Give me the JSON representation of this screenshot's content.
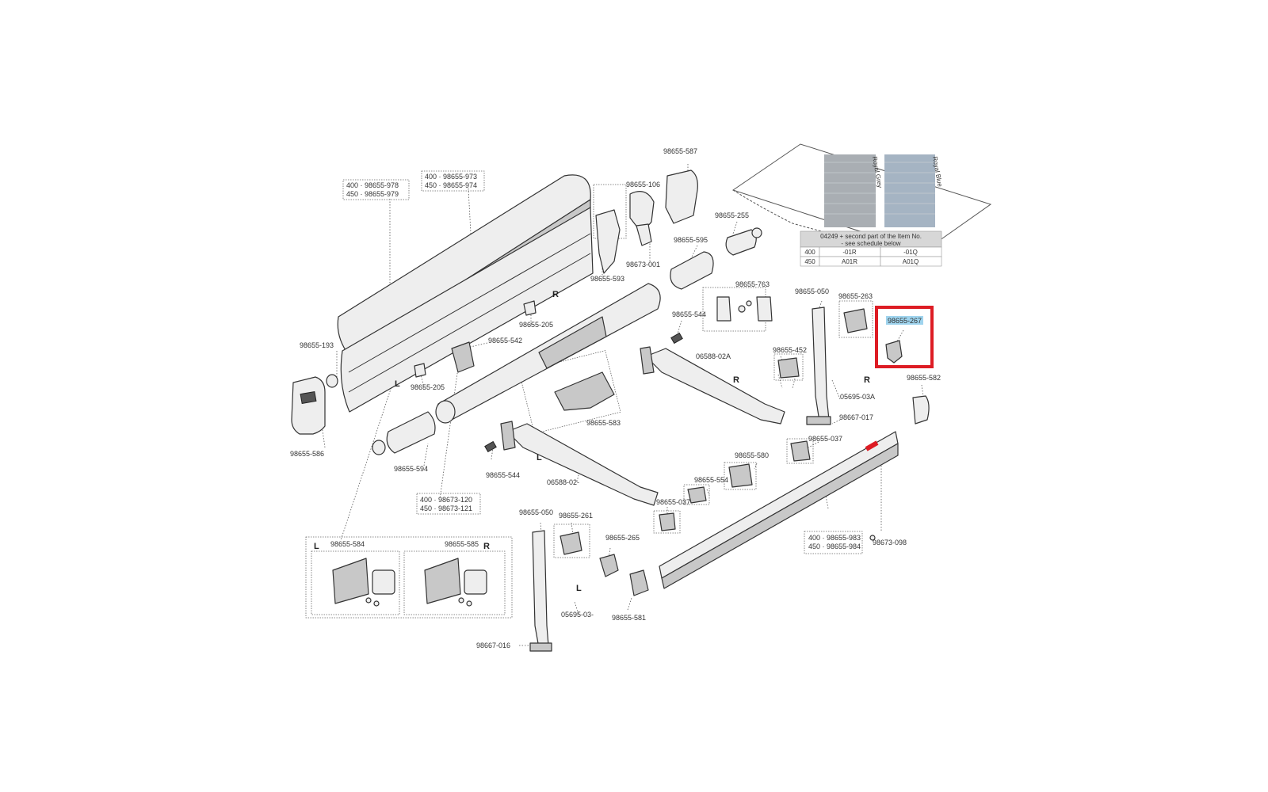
{
  "labels": {
    "l_978": "400 · 98655-978",
    "l_979": "450 · 98655-979",
    "l_973": "400 · 98655-973",
    "l_974": "450 · 98655-974",
    "l_193": "98655-193",
    "l_586": "98655-586",
    "l_594": "98655-594",
    "l_205a": "98655-205",
    "l_205b": "98655-205",
    "l_542": "98655-542",
    "l_593": "98655-593",
    "l_106": "98655-106",
    "l_001": "98673-001",
    "l_587": "98655-587",
    "l_255": "98655-255",
    "l_595": "98655-595",
    "l_763": "98655-763",
    "l_544a": "98655-544",
    "l_544b": "98655-544",
    "l_02A": "06588-02A",
    "l_583": "98655-583",
    "l_02": "06588-02-",
    "l_120": "400 · 98673-120",
    "l_121": "450 · 98673-121",
    "l_584": "98655-584",
    "l_585": "98655-585",
    "l_050a": "98655-050",
    "l_050b": "98655-050",
    "l_261": "98655-261",
    "l_265": "98655-265",
    "l_0395": "05695-03-",
    "l_016": "98667-016",
    "l_581": "98655-581",
    "l_037a": "98655-037",
    "l_037b": "98655-037",
    "l_554": "98655-554",
    "l_580": "98655-580",
    "l_452": "98655-452",
    "l_03A": "05695-03A",
    "l_017": "98667-017",
    "l_263": "98655-263",
    "l_267": "98655-267",
    "l_582": "98655-582",
    "l_983": "400 · 98655-983",
    "l_984": "450 · 98655-984",
    "l_098": "98673-098"
  },
  "sides": {
    "s_R1": "R",
    "s_L1": "L",
    "s_R2": "R",
    "s_R3": "R",
    "s_L2": "L",
    "s_L3": "L",
    "s_Lbox": "L",
    "s_Rbox": "R"
  },
  "fabric": {
    "swatch_1": "Royal Grey",
    "swatch_2": "Royal Blue",
    "header_1": "04249 + second part of the Item No.",
    "header_2": "- see schedule below",
    "rows": [
      {
        "size": "400",
        "grey": "-01R",
        "blue": "-01Q"
      },
      {
        "size": "450",
        "grey": "A01R",
        "blue": "A01Q"
      }
    ]
  },
  "highlight": {
    "color": "#dd1c24",
    "target": "98655-267"
  },
  "colors": {
    "selection": "#9fd4ee",
    "line": "#555555"
  }
}
